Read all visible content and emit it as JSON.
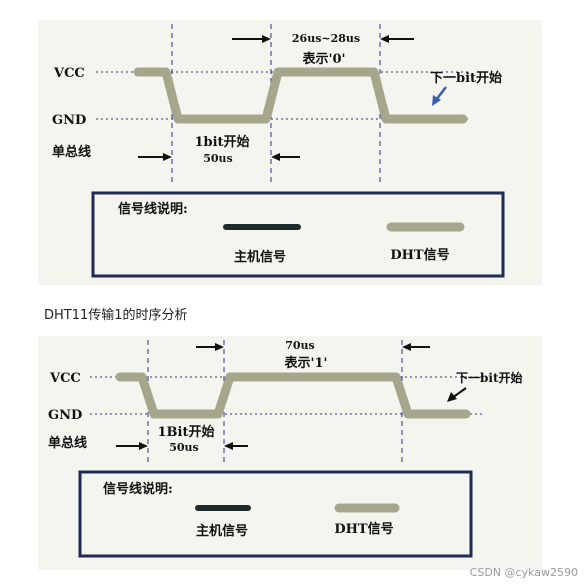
{
  "top": {
    "vcc": "VCC",
    "gnd": "GND",
    "bus": "单总线",
    "start_bit": "1bit开始",
    "low_time": "50us",
    "high_time": "26us~28us",
    "meaning": "表示'0'",
    "next_bit": "下一bit开始",
    "legend_title": "信号线说明:",
    "legend_host": "主机信号",
    "legend_dht": "DHT信号"
  },
  "caption": "DHT11传输1的时序分析",
  "bottom": {
    "vcc": "VCC",
    "gnd": "GND",
    "bus": "单总线",
    "start_bit": "1Bit开始",
    "low_time": "50us",
    "high_time": "70us",
    "meaning": "表示'1'",
    "next_bit": "下一bit开始",
    "legend_title": "信号线说明:",
    "legend_host": "主机信号",
    "legend_dht": "DHT信号"
  },
  "watermark": "CSDN @cykaw2590",
  "colors": {
    "dht_signal": "#a6a68c",
    "host_signal": "#1f2b2b",
    "guide": "#2e2e8a",
    "arrow": "#111111",
    "next_arrow": "#3a5fb0"
  }
}
